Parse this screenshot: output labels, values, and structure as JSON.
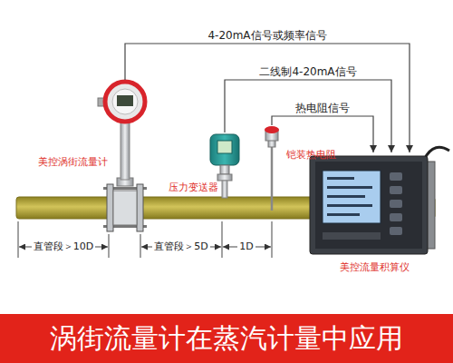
{
  "diagram": {
    "caption": "涡街流量计在蒸汽计量中应用",
    "nodes": [
      {
        "text": [
          "美控涡街流量计"
        ]
      },
      {
        "text": [
          "压力变送器"
        ]
      },
      {
        "text": [
          "铠装热电阻"
        ]
      },
      {
        "text": [
          "美控流量积算仪"
        ]
      }
    ],
    "edges": [
      {
        "from": 0,
        "to": 3,
        "label": "4-20mA信号或频率信号",
        "arrow": "to"
      },
      {
        "from": 1,
        "to": 3,
        "label": "二线制4-20mA信号",
        "arrow": "to"
      },
      {
        "from": 2,
        "to": 3,
        "label": "热电阻信号",
        "arrow": "to"
      }
    ],
    "labels": [
      "直管段＞10D",
      "直管段＞5D",
      "1D"
    ]
  }
}
